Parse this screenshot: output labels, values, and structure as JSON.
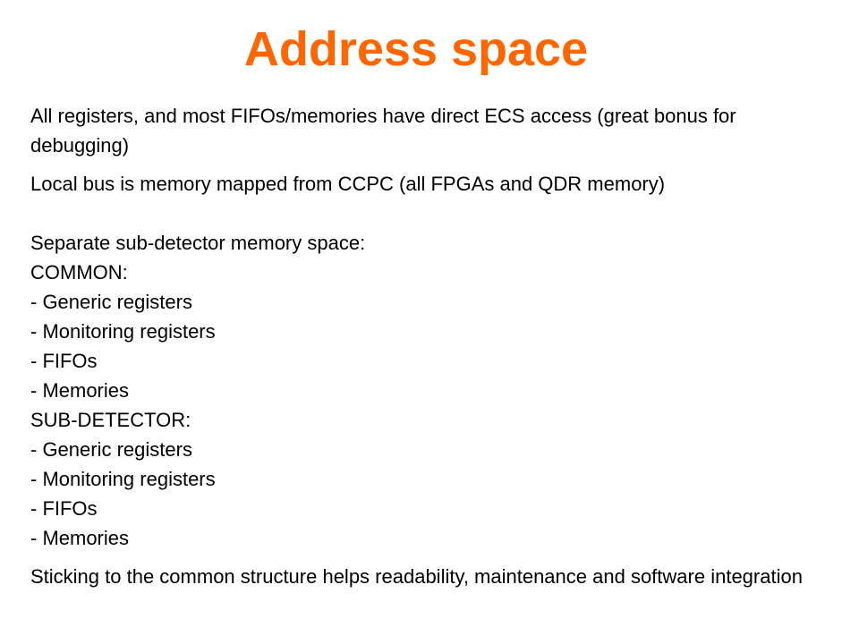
{
  "slide": {
    "title": "Address space",
    "paragraph1": "All registers, and most FIFOs/memories have direct ECS access (great bonus for debugging)",
    "paragraph2": "Local bus is memory mapped from CCPC (all FPGAs and QDR memory)",
    "lines": [
      "Separate sub-detector memory space:",
      "COMMON:",
      "- Generic registers",
      "- Monitoring registers",
      "- FIFOs",
      "- Memories",
      "SUB-DETECTOR:",
      "- Generic registers",
      "- Monitoring registers",
      "- FIFOs",
      "- Memories"
    ],
    "paragraph3": "Sticking to the common structure helps readability, maintenance and software integration"
  },
  "colors": {
    "title": "#ff6600",
    "text": "#000000",
    "background": "#ffffff"
  }
}
